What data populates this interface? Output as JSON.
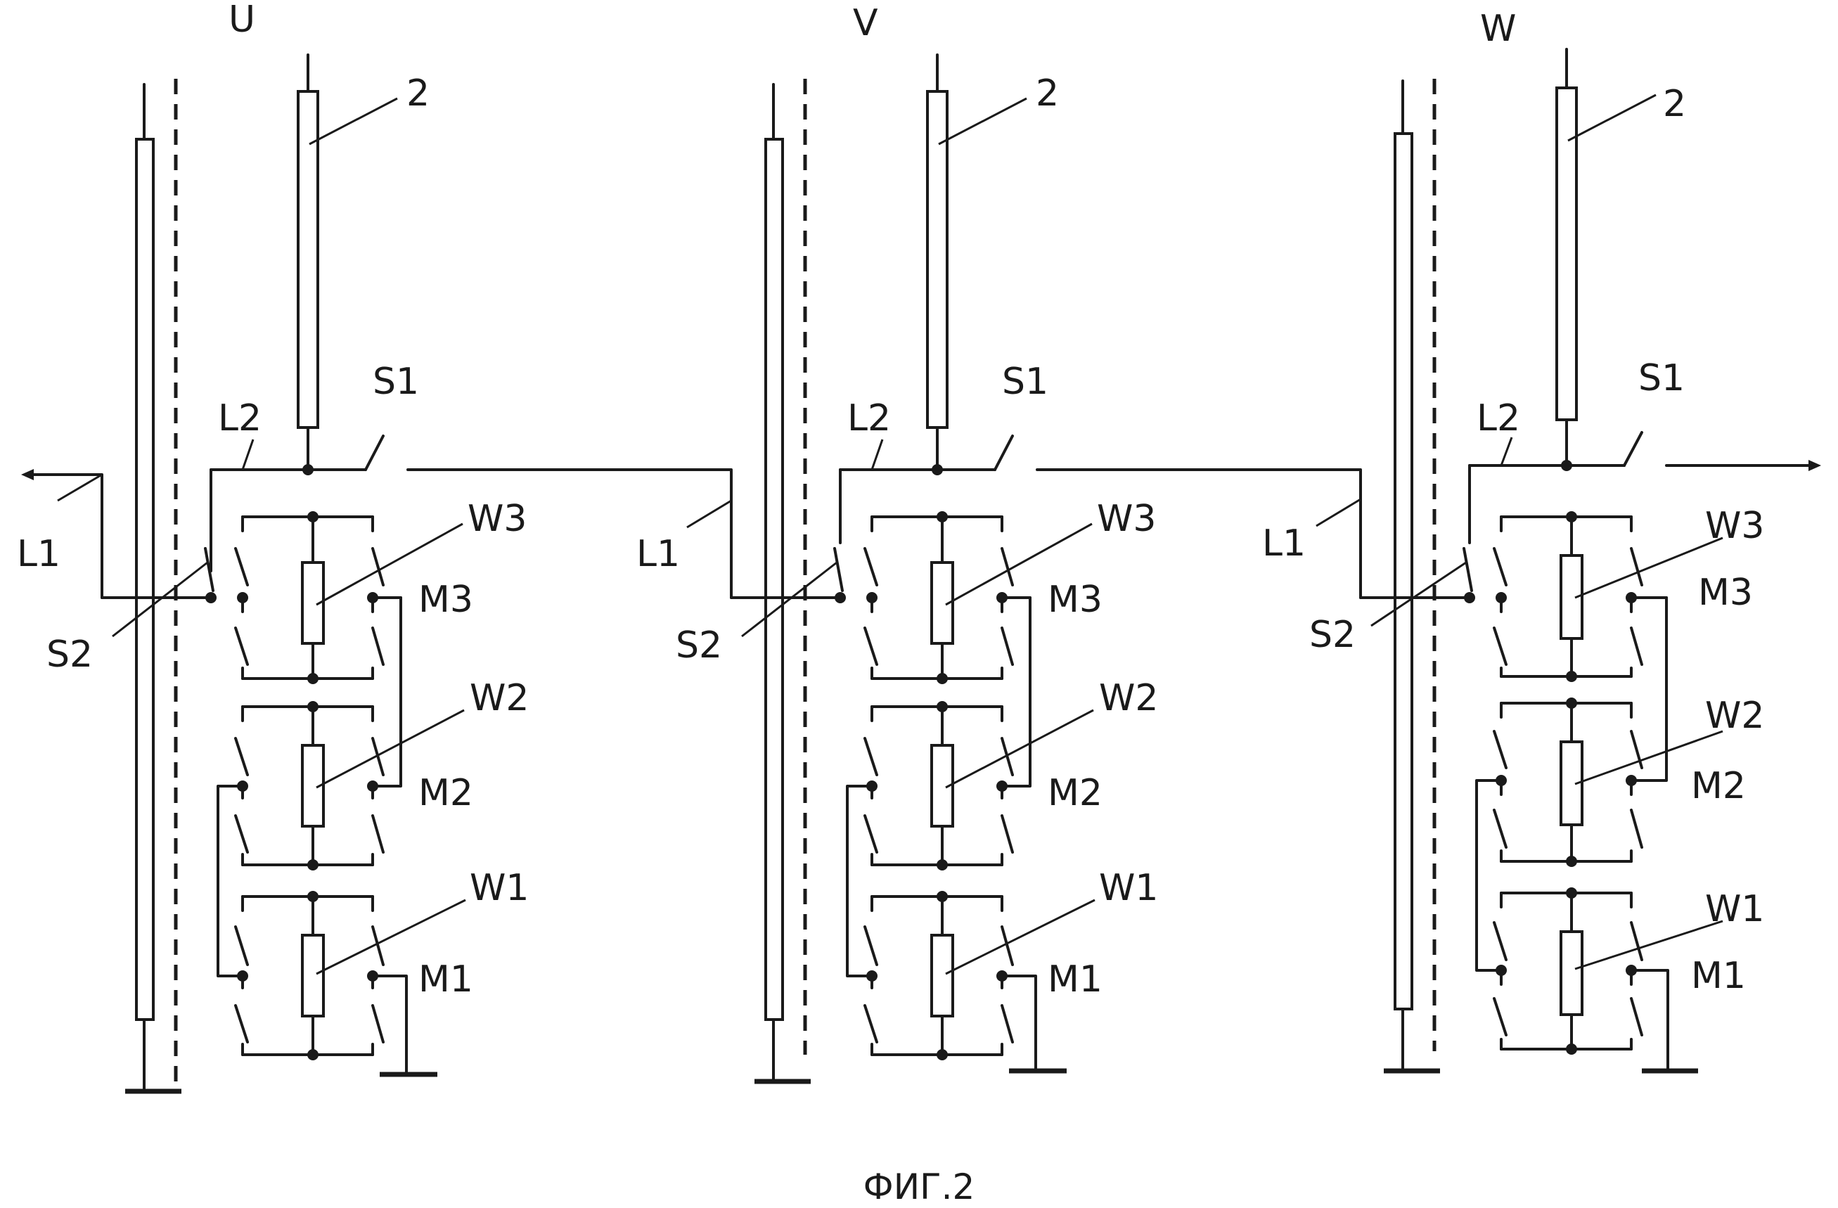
{
  "figure": {
    "caption": "ФИГ.2",
    "phases": [
      {
        "phase_label": "U",
        "electrode_label": "2",
        "switch_s1": "S1",
        "switch_s2": "S2",
        "line_l1": "L1",
        "line_l2": "L2",
        "stages": [
          {
            "resistor": "W3",
            "module": "M3"
          },
          {
            "resistor": "W2",
            "module": "M2"
          },
          {
            "resistor": "W1",
            "module": "M1"
          }
        ]
      },
      {
        "phase_label": "V",
        "electrode_label": "2",
        "switch_s1": "S1",
        "switch_s2": "S2",
        "line_l1": "L1",
        "line_l2": "L2",
        "stages": [
          {
            "resistor": "W3",
            "module": "M3"
          },
          {
            "resistor": "W2",
            "module": "M2"
          },
          {
            "resistor": "W1",
            "module": "M1"
          }
        ]
      },
      {
        "phase_label": "W",
        "electrode_label": "2",
        "switch_s1": "S1",
        "switch_s2": "S2",
        "line_l1": "L1",
        "line_l2": "L2",
        "stages": [
          {
            "resistor": "W3",
            "module": "M3"
          },
          {
            "resistor": "W2",
            "module": "M2"
          },
          {
            "resistor": "W1",
            "module": "M1"
          }
        ]
      }
    ]
  }
}
